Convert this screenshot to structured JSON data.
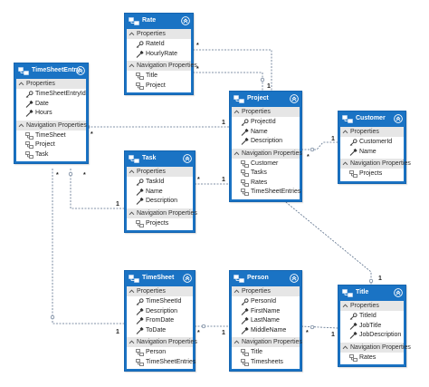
{
  "entities": {
    "rate": {
      "title": "Rate",
      "properties_label": "Properties",
      "properties": [
        "RateId",
        "HourlyRate"
      ],
      "navigation_label": "Navigation Properties",
      "navigation": [
        "Title",
        "Project"
      ]
    },
    "timesheetentry": {
      "title": "TimeSheetEntry",
      "properties_label": "Properties",
      "properties": [
        "TimeSheetEntryId",
        "Date",
        "Hours"
      ],
      "navigation_label": "Navigation Properties",
      "navigation": [
        "TimeSheet",
        "Project",
        "Task"
      ]
    },
    "project": {
      "title": "Project",
      "properties_label": "Properties",
      "properties": [
        "ProjectId",
        "Name",
        "Description"
      ],
      "navigation_label": "Navigation Properties",
      "navigation": [
        "Customer",
        "Tasks",
        "Rates",
        "TimeSheetEntries"
      ]
    },
    "customer": {
      "title": "Customer",
      "properties_label": "Properties",
      "properties": [
        "CustomerId",
        "Name"
      ],
      "navigation_label": "Navigation Properties",
      "navigation": [
        "Projects"
      ]
    },
    "task": {
      "title": "Task",
      "properties_label": "Properties",
      "properties": [
        "TaskId",
        "Name",
        "Description"
      ],
      "navigation_label": "Navigation Properties",
      "navigation": [
        "Projects"
      ]
    },
    "timesheet": {
      "title": "TimeSheet",
      "properties_label": "Properties",
      "properties": [
        "TimeSheetId",
        "Description",
        "FromDate",
        "ToDate"
      ],
      "navigation_label": "Navigation Properties",
      "navigation": [
        "Person",
        "TimeSheetEntries"
      ]
    },
    "person": {
      "title": "Person",
      "properties_label": "Properties",
      "properties": [
        "PersonId",
        "FirstName",
        "LastName",
        "MiddleName"
      ],
      "navigation_label": "Navigation Properties",
      "navigation": [
        "Title",
        "Timesheets"
      ]
    },
    "title": {
      "title": "Title",
      "properties_label": "Properties",
      "properties": [
        "TitleId",
        "JobTitle",
        "JobDescription"
      ],
      "navigation_label": "Navigation Properties",
      "navigation": [
        "Rates"
      ]
    }
  },
  "multiplicities": {
    "rate_project_star": "*",
    "rate_project_one": "1",
    "rate_title_star": "*",
    "rate_title_one": "1",
    "tse_project_star": "*",
    "tse_project_one": "1",
    "project_customer_star": "*",
    "project_customer_one": "1",
    "task_project_star": "*",
    "task_project_one": "1",
    "tse_task_star": "*",
    "tse_task_one": "1",
    "tse_timesheet_star": "*",
    "tse_timesheet_one": "1",
    "timesheet_person_star": "*",
    "timesheet_person_one": "1",
    "person_title_star": "*",
    "person_title_one": "1"
  },
  "colors": {
    "entity_header": "#1a73c4",
    "section_bg": "#e6e6e6",
    "connector": "#5a6f8a"
  },
  "icons": {
    "entity": "entity-icon",
    "collapse": "collapse-icon",
    "key": "key-icon",
    "property": "property-icon",
    "navigation": "navigation-icon",
    "chevron": "chevron-up-icon"
  }
}
